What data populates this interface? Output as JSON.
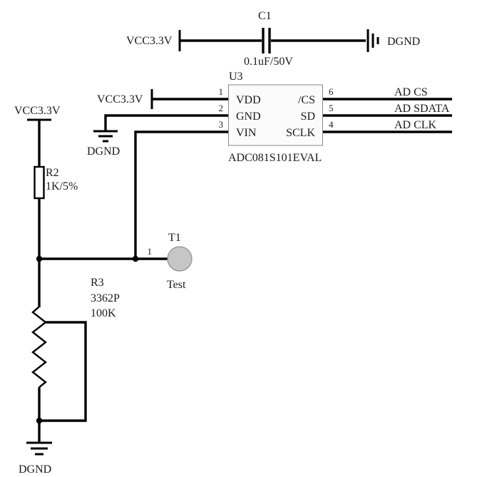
{
  "colors": {
    "wire": "#000000",
    "text": "#1a1a1a",
    "ic_fill": "#fbfbfb",
    "testpoint_fill": "#c6c6c6"
  },
  "capacitor_c1": {
    "ref": "C1",
    "value": "0.1uF/50V",
    "left_net": "VCC3.3V",
    "right_net": "DGND"
  },
  "ic_u3": {
    "ref": "U3",
    "part_name": "ADC081S101EVAL",
    "left_pins": [
      {
        "num": "1",
        "name": "VDD",
        "net": "VCC3.3V"
      },
      {
        "num": "2",
        "name": "GND",
        "net": "DGND"
      },
      {
        "num": "3",
        "name": "VIN",
        "net": ""
      }
    ],
    "right_pins": [
      {
        "num": "6",
        "name": "/CS",
        "net": "AD CS"
      },
      {
        "num": "5",
        "name": "SD",
        "net": "AD SDATA"
      },
      {
        "num": "4",
        "name": "SCLK",
        "net": "AD CLK"
      }
    ]
  },
  "left_rail": {
    "top_net": "VCC3.3V",
    "bottom_net": "DGND"
  },
  "resistor_r2": {
    "ref": "R2",
    "value": "1K/5%"
  },
  "potentiometer_r3": {
    "ref": "R3",
    "model": "3362P",
    "value": "100K"
  },
  "testpoint_t1": {
    "ref": "T1",
    "pin_num": "1",
    "label": "Test"
  }
}
